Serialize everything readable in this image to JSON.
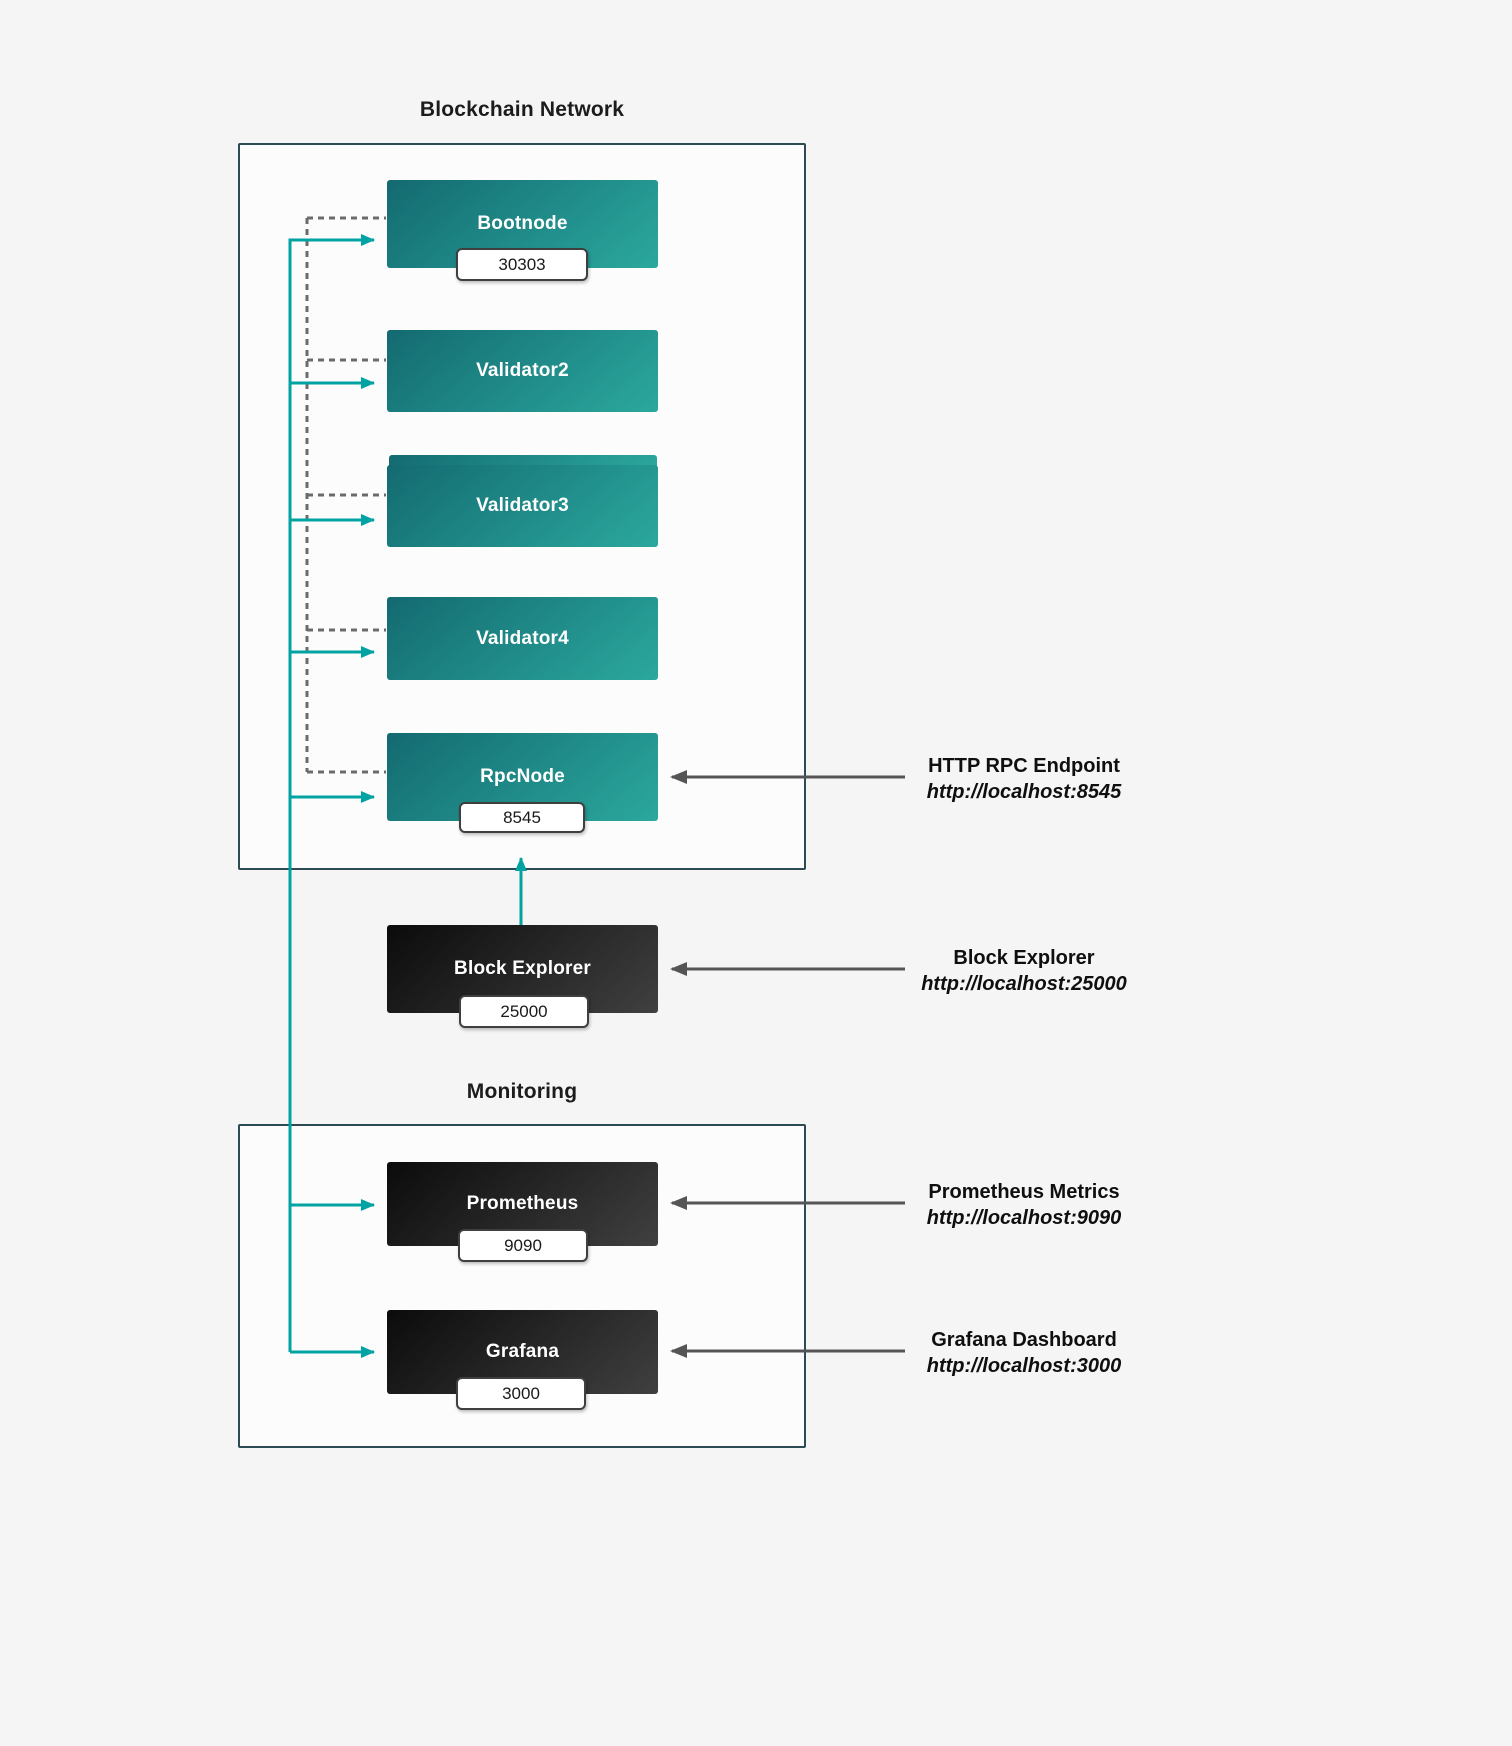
{
  "groups": {
    "blockchain": {
      "title": "Blockchain Network"
    },
    "monitoring": {
      "title": "Monitoring"
    }
  },
  "nodes": {
    "bootnode": {
      "label": "Bootnode",
      "port": "30303"
    },
    "validator2": {
      "label": "Validator2"
    },
    "validator3": {
      "label": "Validator3"
    },
    "validator4": {
      "label": "Validator4"
    },
    "rpcnode": {
      "label": "RpcNode",
      "port": "8545"
    },
    "block_explorer": {
      "label": "Block Explorer",
      "port": "25000"
    },
    "prometheus": {
      "label": "Prometheus",
      "port": "9090"
    },
    "grafana": {
      "label": "Grafana",
      "port": "3000"
    }
  },
  "annotations": [
    {
      "title": "HTTP RPC Endpoint",
      "url": "http://localhost:8545"
    },
    {
      "title": "Block Explorer",
      "url": "http://localhost:25000"
    },
    {
      "title": "Prometheus Metrics",
      "url": "http://localhost:9090"
    },
    {
      "title": "Grafana Dashboard",
      "url": "http://localhost:3000"
    }
  ],
  "colors": {
    "teal_arrow": "#00a2a2",
    "teal_gradient_start": "#136a70",
    "teal_gradient_end": "#2ba89e",
    "dark_gradient_start": "#0b0b0b",
    "dark_gradient_end": "#404040",
    "container_border": "#2d4b52",
    "dashed_line": "#6b6b6b",
    "annotation_arrow": "#555555",
    "background": "#f5f5f5"
  }
}
